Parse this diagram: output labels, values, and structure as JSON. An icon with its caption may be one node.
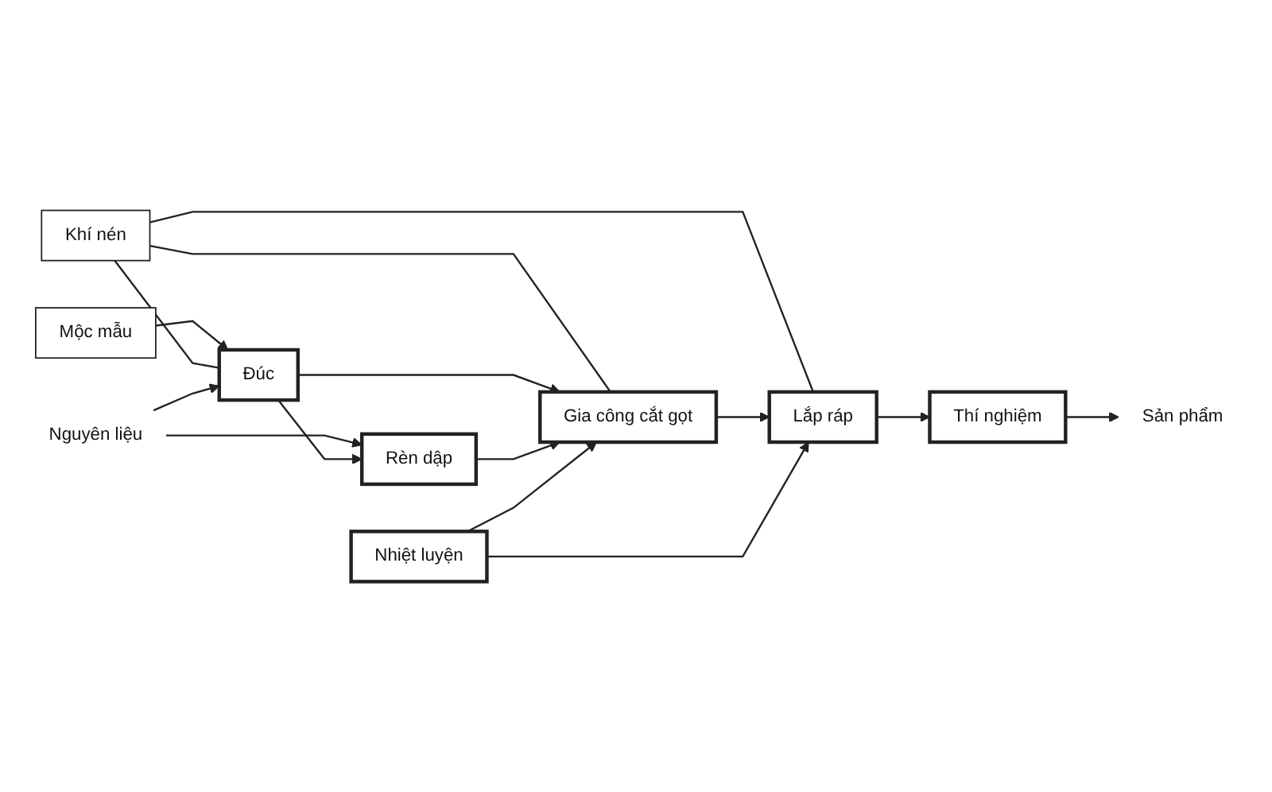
{
  "diagram": {
    "nodes": [
      {
        "text": [
          "Mộc mẫu"
        ]
      },
      {
        "text": [
          "Khí nén"
        ]
      },
      {
        "text": [
          "Nguyên liệu"
        ]
      },
      {
        "text": [
          "Đúc"
        ]
      },
      {
        "text": [
          "Gia công cắt gọt"
        ]
      },
      {
        "text": [
          "Lắp ráp"
        ]
      },
      {
        "text": [
          "Thí nghiệm"
        ]
      },
      {
        "text": [
          "Sản phẩm"
        ]
      },
      {
        "text": [
          "Rèn dập"
        ]
      },
      {
        "text": [
          "Nhiệt luyện"
        ]
      }
    ],
    "edges": [
      {
        "from": 0,
        "to": 3,
        "arrow": "to"
      },
      {
        "from": 1,
        "to": 3,
        "arrow": "none"
      },
      {
        "from": 1,
        "to": 4,
        "arrow": "none"
      },
      {
        "from": 1,
        "to": 5,
        "arrow": "none"
      },
      {
        "from": 2,
        "to": 3,
        "arrow": "to"
      },
      {
        "from": 2,
        "to": 8,
        "arrow": "to"
      },
      {
        "from": 3,
        "to": 8,
        "arrow": "to"
      },
      {
        "from": 3,
        "to": 4,
        "arrow": "to"
      },
      {
        "from": 8,
        "to": 4,
        "arrow": "to"
      },
      {
        "from": 4,
        "to": 5,
        "arrow": "to"
      },
      {
        "from": 9,
        "to": 4,
        "arrow": "to"
      },
      {
        "from": 9,
        "to": 5,
        "arrow": "to"
      },
      {
        "from": 5,
        "to": 6,
        "arrow": "to"
      },
      {
        "from": 6,
        "to": 7,
        "arrow": "to"
      }
    ]
  }
}
